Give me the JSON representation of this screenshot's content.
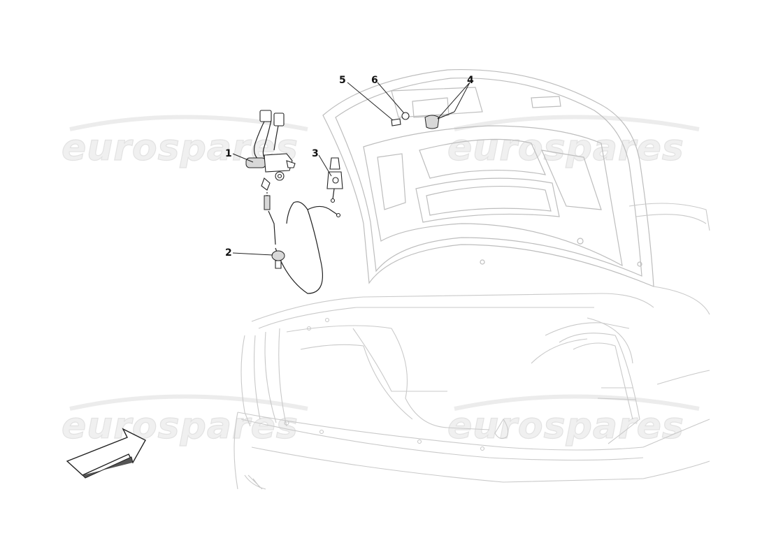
{
  "watermark": {
    "text": "eurospares",
    "color": "#e2e2e2"
  },
  "callouts": {
    "c1": "1",
    "c2": "2",
    "c3": "3",
    "c4": "4",
    "c5": "5",
    "c6": "6"
  },
  "icons": {
    "direction_arrow": "view-direction-arrow-icon"
  }
}
